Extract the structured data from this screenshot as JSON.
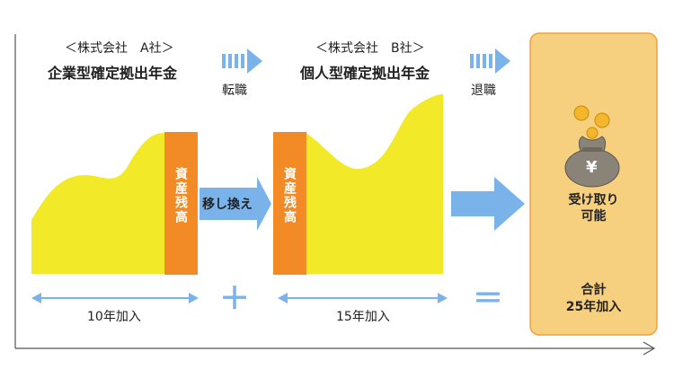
{
  "company_a": {
    "label": "＜株式会社　A社＞",
    "plan": "企業型確定拠出年金",
    "years": "10年加入"
  },
  "company_b": {
    "label": "＜株式会社　B社＞",
    "plan": "個人型確定拠出年金",
    "years": "15年加入"
  },
  "steps": {
    "job_change": "転職",
    "retirement": "退職",
    "transfer": "移し換え"
  },
  "balance_label": "資産残高",
  "result": {
    "receive_line1": "受け取り",
    "receive_line2": "可能",
    "total_line1": "合計",
    "total_line2": "25年加入"
  },
  "symbols": {
    "plus": "＋",
    "equals": "＝",
    "yen": "¥"
  },
  "colors": {
    "curve": "#f2ea28",
    "balance": "#f28a25",
    "arrow": "#7ab3ea",
    "result_box": "#f7d07f",
    "result_border": "#f0a040"
  }
}
